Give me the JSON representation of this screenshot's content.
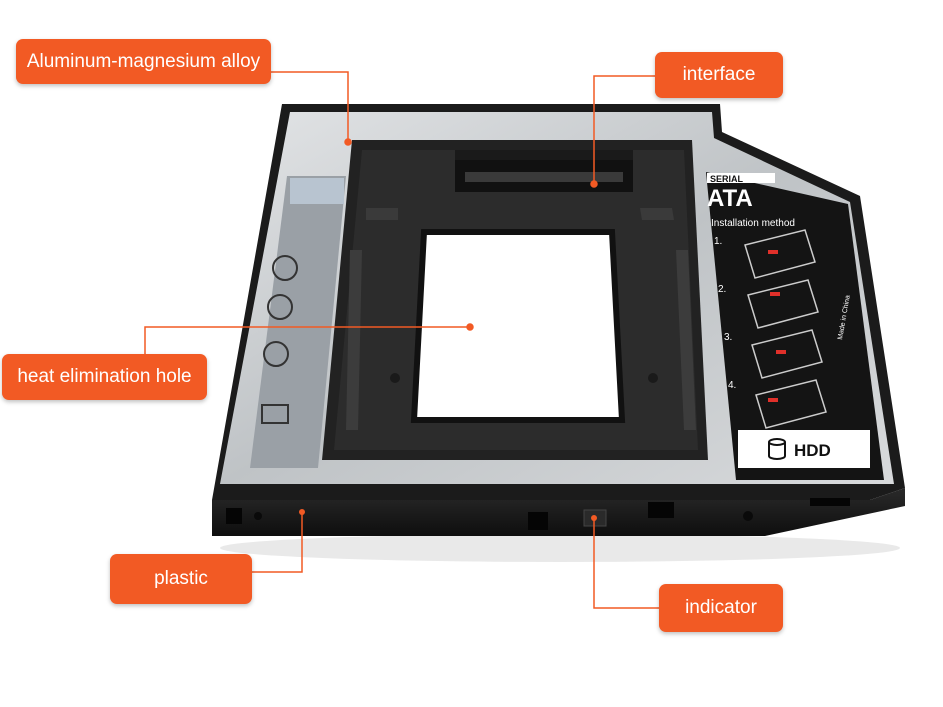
{
  "labels": {
    "alloy": "Aluminum-magnesium alloy",
    "interface": "interface",
    "heat_hole": "heat elimination hole",
    "plastic": "plastic",
    "indicator": "indicator"
  },
  "panel": {
    "brand_top": "SERIAL",
    "brand_bottom": "ATA",
    "install_title": "Installation method",
    "steps": [
      "1.",
      "2.",
      "3.",
      "4."
    ],
    "hdd_label": "HDD",
    "made_in": "Made in China"
  },
  "colors": {
    "callout": "#f25a24",
    "frame": "#1c1c1c",
    "aluminum": "#c9cccf"
  }
}
